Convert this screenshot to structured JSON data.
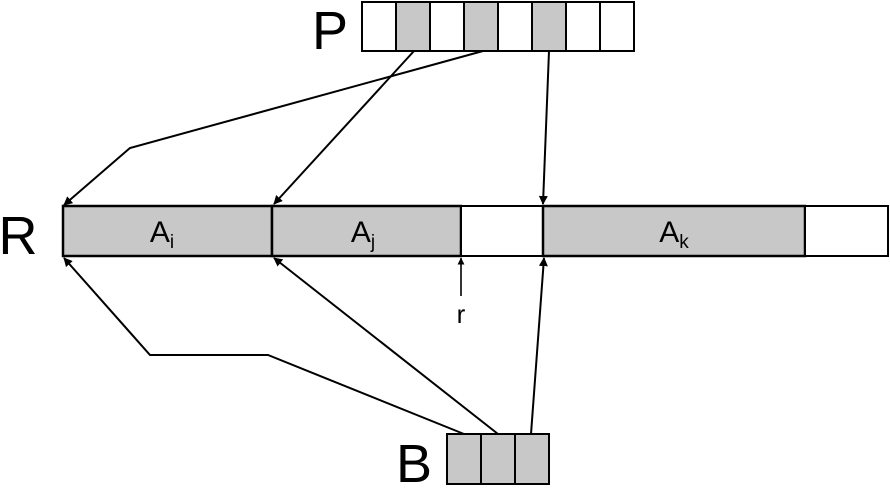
{
  "labels": {
    "P": "P",
    "R": "R",
    "B": "B",
    "r": "r"
  },
  "regions": {
    "Ai": {
      "base": "A",
      "sub": "i"
    },
    "Aj": {
      "base": "A",
      "sub": "j"
    },
    "Ak": {
      "base": "A",
      "sub": "k"
    }
  },
  "colors": {
    "filled": "#c8c8c8",
    "empty": "#ffffff",
    "stroke": "#000000"
  }
}
